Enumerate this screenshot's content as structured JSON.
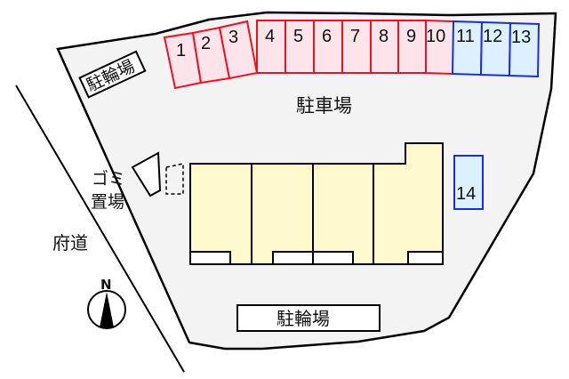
{
  "colors": {
    "site_fill": "#f3f3f3",
    "outline": "#000000",
    "parking_red_stroke": "#ee1122",
    "parking_red_fill": "#fde3ea",
    "parking_blue_stroke": "#1a2ee0",
    "parking_blue_fill": "#dcf1fd",
    "building_fill": "#fdf9cc",
    "background": "#ffffff"
  },
  "labels": {
    "parking_lot": "駐車場",
    "bicycle_parking_top": "駐輪場",
    "bicycle_parking_bottom": "駐輪場",
    "garbage_line1": "ゴミ",
    "garbage_line2": "置場",
    "road": "府道",
    "north": "N"
  },
  "parking_spaces": [
    {
      "number": "1",
      "color": "red"
    },
    {
      "number": "2",
      "color": "red"
    },
    {
      "number": "3",
      "color": "red"
    },
    {
      "number": "4",
      "color": "red"
    },
    {
      "number": "5",
      "color": "red"
    },
    {
      "number": "6",
      "color": "red"
    },
    {
      "number": "7",
      "color": "red"
    },
    {
      "number": "8",
      "color": "red"
    },
    {
      "number": "9",
      "color": "red"
    },
    {
      "number": "10",
      "color": "red"
    },
    {
      "number": "11",
      "color": "blue"
    },
    {
      "number": "12",
      "color": "blue"
    },
    {
      "number": "13",
      "color": "blue"
    },
    {
      "number": "14",
      "color": "blue"
    }
  ]
}
